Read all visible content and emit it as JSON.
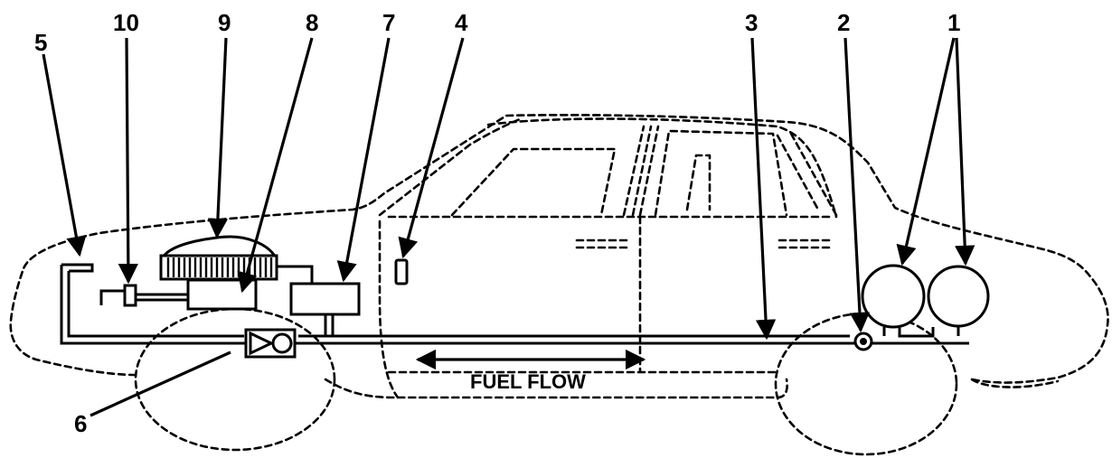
{
  "callouts": {
    "c1": "1",
    "c2": "2",
    "c3": "3",
    "c4": "4",
    "c5": "5",
    "c6": "6",
    "c7": "7",
    "c8": "8",
    "c9": "9",
    "c10": "10"
  },
  "flow_label": "FUEL FLOW"
}
